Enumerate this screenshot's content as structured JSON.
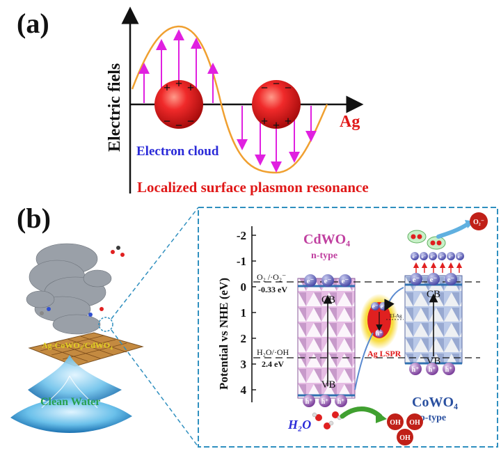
{
  "panel_a": {
    "label": "(a)",
    "y_axis_label": "Electric fiels",
    "x_axis_label": "Ag",
    "electron_cloud": "Electron cloud",
    "lspr_caption": "Localized surface plasmon resonance",
    "charge_plus": "+",
    "charge_minus": "−"
  },
  "panel_b": {
    "label": "(b)",
    "composite_label": "Ag-CoWO₄/CdWO₄",
    "clean_water": "Clean Water",
    "y_axis_label": "Potential vs NHE (eV)",
    "y_ticks": [
      "-2",
      "-1",
      "0",
      "1",
      "2",
      "3",
      "4"
    ],
    "o2_couple": "O₂ /·O₂⁻",
    "o2_potential": "-0.33 eV",
    "h2o_couple": "H₂O/·OH",
    "h2o_potential": "2.4 eV",
    "cdwo4_name": "CdWO₄",
    "cdwo4_type": "n-type",
    "cowo4_name": "CoWO₄",
    "cowo4_type": "p-type",
    "cb_label": "CB",
    "vb_label": "VB",
    "electron": "e⁻",
    "hole": "h⁺",
    "ag_lspr": "Ag LSPR",
    "ef_ag": "Ef-Ag",
    "h2o_label": "H₂O",
    "oh_label": "OH",
    "o2_product": "O₂⁻"
  },
  "colors": {
    "sine": "#f0a030",
    "field_arrow": "#e020e0",
    "ag_sphere": "#e02020",
    "electron_text": "#2a2ad8",
    "lspr_text": "#e01818",
    "cdwo4": "#c040a0",
    "cowo4": "#2a50a0",
    "band_line": "#3070b0",
    "dashed_frame": "#2f8fbf",
    "clean_water": "#28a050",
    "composite": "#e0d020"
  }
}
